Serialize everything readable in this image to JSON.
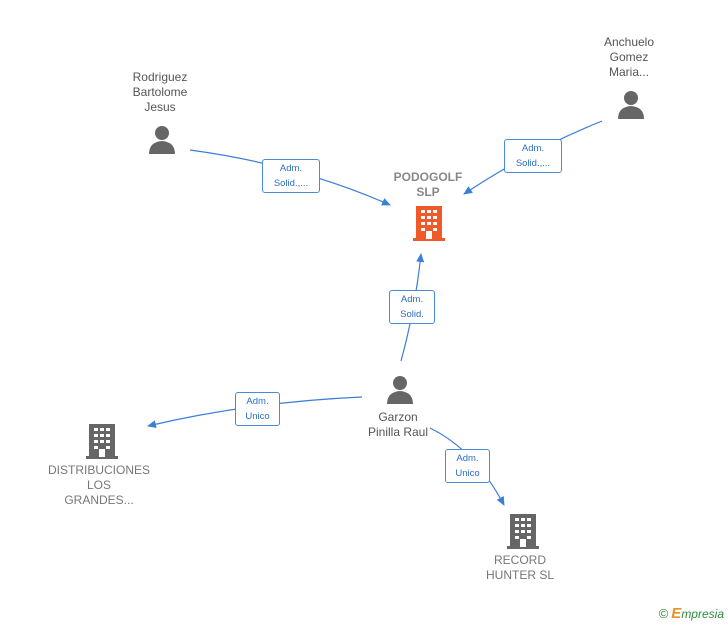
{
  "nodes": {
    "podogolf": {
      "type": "company",
      "lines": [
        "PODOGOLF",
        "SLP"
      ],
      "color": "#f05a28"
    },
    "rodriguez": {
      "type": "person",
      "lines": [
        "Rodriguez",
        "Bartolome",
        "Jesus"
      ],
      "color": "#666666"
    },
    "anchuelo": {
      "type": "person",
      "lines": [
        "Anchuelo",
        "Gomez",
        "Maria..."
      ],
      "color": "#666666"
    },
    "garzon": {
      "type": "person",
      "lines": [
        "Garzon",
        "Pinilla Raul"
      ],
      "color": "#666666"
    },
    "distribuciones": {
      "type": "company",
      "lines": [
        "DISTRIBUCIONES",
        "LOS",
        "GRANDES..."
      ],
      "color": "#666666"
    },
    "record": {
      "type": "company",
      "lines": [
        "RECORD",
        "HUNTER  SL"
      ],
      "color": "#666666"
    }
  },
  "edges": [
    {
      "from": "rodriguez",
      "to": "podogolf",
      "label": [
        "Adm.",
        "Solid.,..."
      ]
    },
    {
      "from": "anchuelo",
      "to": "podogolf",
      "label": [
        "Adm.",
        "Solid.,..."
      ]
    },
    {
      "from": "garzon",
      "to": "podogolf",
      "label": [
        "Adm.",
        "Solid."
      ]
    },
    {
      "from": "garzon",
      "to": "distribuciones",
      "label": [
        "Adm.",
        "Unico"
      ]
    },
    {
      "from": "garzon",
      "to": "record",
      "label": [
        "Adm.",
        "Unico"
      ]
    }
  ],
  "colors": {
    "edge": "#3d7fd6",
    "person_icon": "#666666",
    "main_company": "#f05a28",
    "company_icon": "#666666"
  },
  "footer": {
    "copyright": "©",
    "brand_first": "E",
    "brand_rest": "mpresia"
  }
}
